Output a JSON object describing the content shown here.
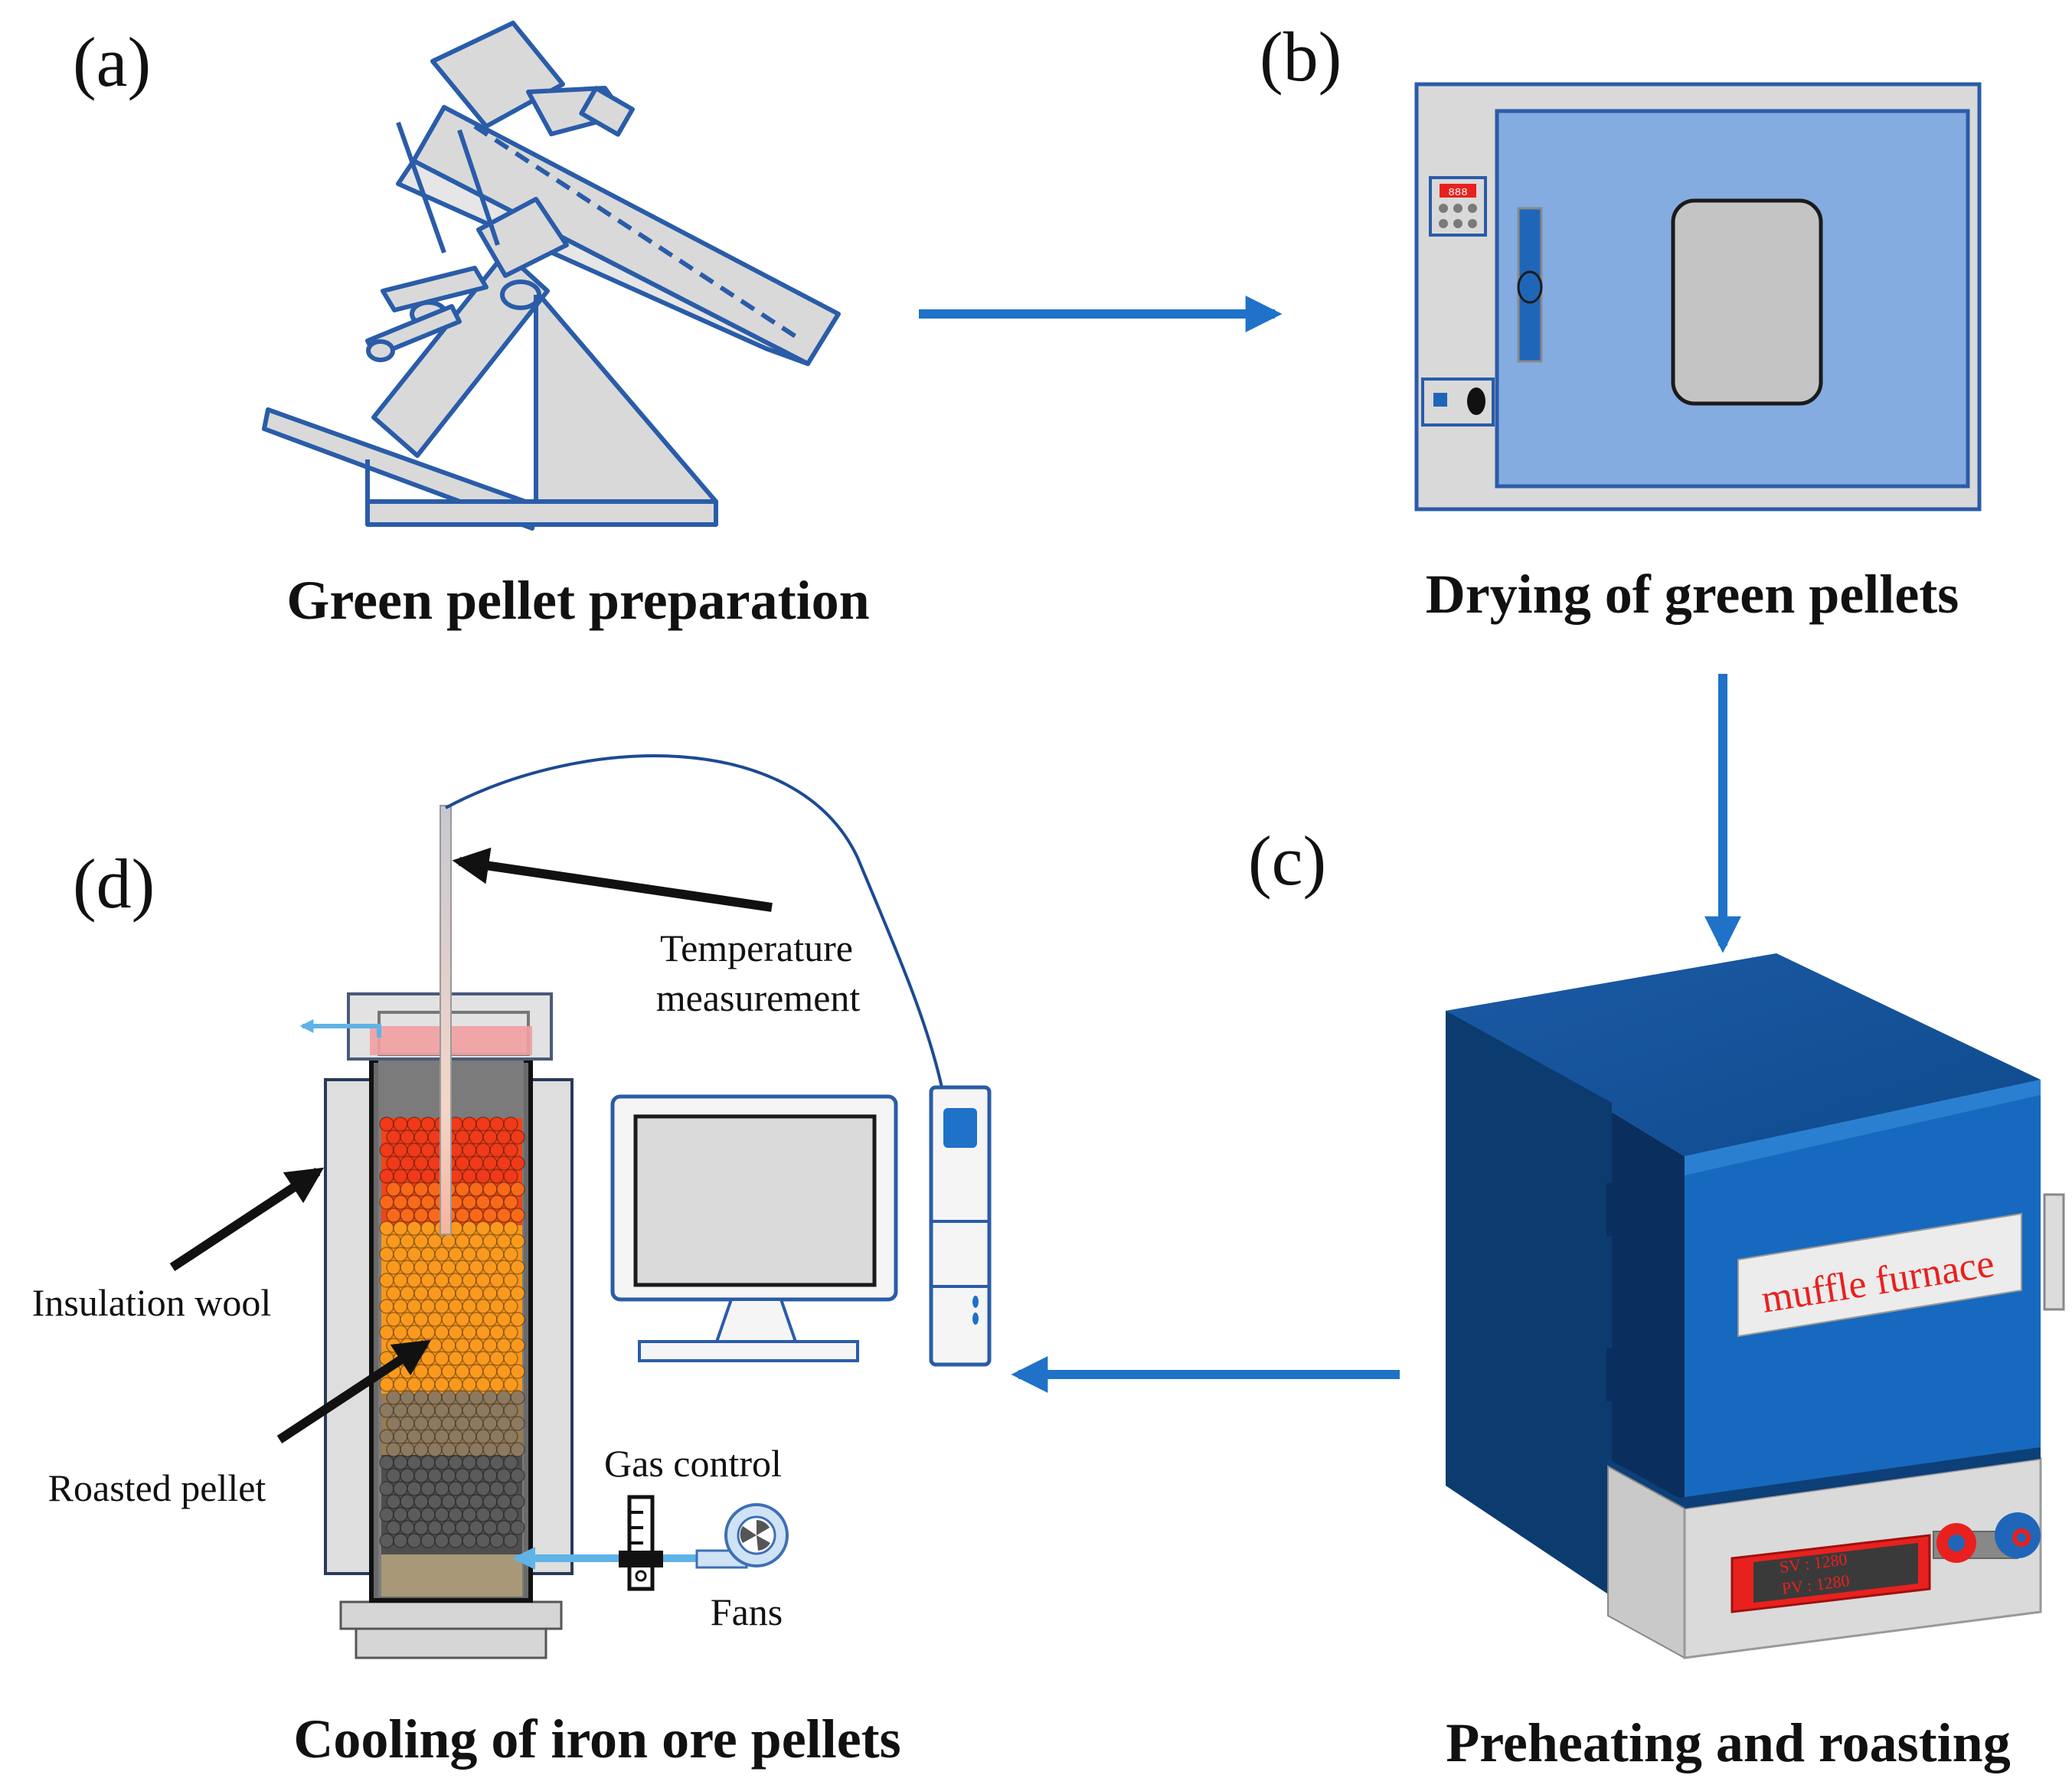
{
  "panels": {
    "a": {
      "letter": "(a)",
      "caption": "Green pellet preparation"
    },
    "b": {
      "letter": "(b)",
      "caption": "Drying of green pellets",
      "display_digits": "888"
    },
    "c": {
      "letter": "(c)",
      "caption": "Preheating and roasting",
      "furnace_label": "muffle furnace",
      "sv_text": "SV :  1280",
      "pv_text": "PV :  1280"
    },
    "d": {
      "letter": "(d)",
      "caption": "Cooling of iron ore pellets"
    }
  },
  "labels": {
    "temperature_line1": "Temperature",
    "temperature_line2": "measurement",
    "insulation": "Insulation wool",
    "roasted": "Roasted pellet",
    "gas_control": "Gas control",
    "fans": "Fans"
  },
  "colors": {
    "flow_arrow": "#1f72c8",
    "line_blue": "#2255a4",
    "machine_gray": "#d9d9d9",
    "oven_door": "#84ace0",
    "furnace_blue": "#1669be",
    "furnace_dark": "#0d3f78",
    "display_red": "#e8211e",
    "pellet_hot": "#f03a1a",
    "pellet_warm": "#f99a1f",
    "pellet_cool": "#5b5b5b"
  }
}
